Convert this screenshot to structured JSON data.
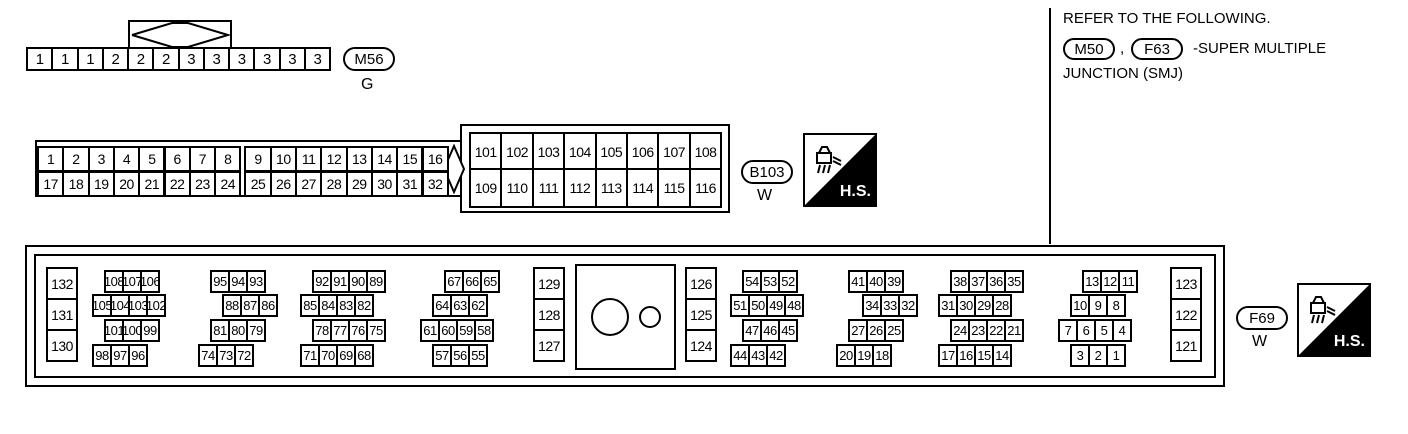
{
  "connector_m56": {
    "name": "M56",
    "color": "G",
    "pins": [
      "1",
      "1",
      "1",
      "2",
      "2",
      "2",
      "3",
      "3",
      "3",
      "3",
      "3",
      "3"
    ]
  },
  "connector_b103": {
    "name": "B103",
    "color": "W",
    "badge": "H.S.",
    "pins_main": [
      [
        "1",
        "2",
        "3",
        "4",
        "5",
        "6",
        "7",
        "8",
        "9",
        "10",
        "11",
        "12",
        "13",
        "14",
        "15",
        "16"
      ],
      [
        "17",
        "18",
        "19",
        "20",
        "21",
        "22",
        "23",
        "24",
        "25",
        "26",
        "27",
        "28",
        "29",
        "30",
        "31",
        "32"
      ]
    ],
    "pins_ext": [
      [
        "101",
        "102",
        "103",
        "104",
        "105",
        "106",
        "107",
        "108"
      ],
      [
        "109",
        "110",
        "111",
        "112",
        "113",
        "114",
        "115",
        "116"
      ]
    ]
  },
  "connector_f69": {
    "name": "F69",
    "color": "W",
    "badge": "H.S.",
    "col_left": [
      "132",
      "131",
      "130"
    ],
    "g1": [
      [
        "108",
        "107",
        "106"
      ],
      [
        "105",
        "104",
        "103",
        "102"
      ],
      [
        "101",
        "100",
        "99"
      ],
      [
        "98",
        "97",
        "96"
      ]
    ],
    "g2a": [
      [
        "95",
        "94",
        "93"
      ],
      [
        "88",
        "87",
        "86"
      ],
      [
        "81",
        "80",
        "79"
      ],
      [
        "74",
        "73",
        "72"
      ]
    ],
    "g2b": [
      [
        "92",
        "91",
        "90",
        "89"
      ],
      [
        "85",
        "84",
        "83",
        "82"
      ],
      [
        "78",
        "77",
        "76",
        "75"
      ],
      [
        "71",
        "70",
        "69",
        "68"
      ]
    ],
    "g3": [
      [
        "67",
        "66",
        "65"
      ],
      [
        "64",
        "63",
        "62"
      ],
      [
        "61",
        "60",
        "59",
        "58"
      ],
      [
        "57",
        "56",
        "55"
      ]
    ],
    "col_129": [
      "129",
      "128",
      "127"
    ],
    "col_126": [
      "126",
      "125",
      "124"
    ],
    "g4": [
      [
        "54",
        "53",
        "52"
      ],
      [
        "51",
        "50",
        "49",
        "48"
      ],
      [
        "47",
        "46",
        "45"
      ],
      [
        "44",
        "43",
        "42"
      ]
    ],
    "g5a": [
      [
        "41",
        "40",
        "39"
      ],
      [
        "34",
        "33",
        "32"
      ],
      [
        "27",
        "26",
        "25"
      ],
      [
        "20",
        "19",
        "18"
      ]
    ],
    "g5b": [
      [
        "38",
        "37",
        "36",
        "35"
      ],
      [
        "31",
        "30",
        "29",
        "28"
      ],
      [
        "24",
        "23",
        "22",
        "21"
      ],
      [
        "17",
        "16",
        "15",
        "14"
      ]
    ],
    "g6": [
      [
        "13",
        "12",
        "11"
      ],
      [
        "10",
        "9",
        "8"
      ],
      [
        "7",
        "6",
        "5",
        "4"
      ],
      [
        "3",
        "2",
        "1"
      ]
    ],
    "col_right": [
      "123",
      "122",
      "121"
    ]
  },
  "note": {
    "line1": "REFER TO THE FOLLOWING.",
    "ref1": "M50",
    "sep": ",",
    "ref2": "F63",
    "line2_rest": "-SUPER MULTIPLE",
    "line3": "JUNCTION (SMJ)"
  }
}
